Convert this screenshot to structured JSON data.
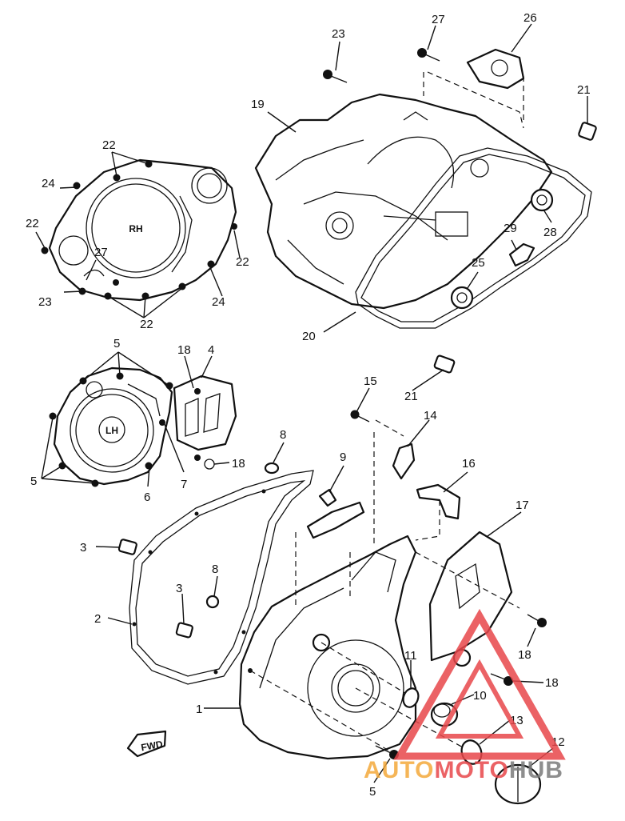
{
  "covers": {
    "rh": "RH",
    "lh": "LH",
    "fwd": "FWD"
  },
  "watermark": {
    "part1": "AUTO",
    "part2": "MOTO",
    "part3": "HUB",
    "color_red": "#e8474b",
    "color_orange": "#f4a93a",
    "color_gray": "#7b7b7b"
  },
  "callouts": [
    {
      "id": "c23a",
      "text": "23"
    },
    {
      "id": "c27a",
      "text": "27"
    },
    {
      "id": "c26",
      "text": "26"
    },
    {
      "id": "c21a",
      "text": "21"
    },
    {
      "id": "c19",
      "text": "19"
    },
    {
      "id": "c22a",
      "text": "22"
    },
    {
      "id": "c24a",
      "text": "24"
    },
    {
      "id": "c22b",
      "text": "22"
    },
    {
      "id": "c27b",
      "text": "27"
    },
    {
      "id": "c22c",
      "text": "22"
    },
    {
      "id": "c23b",
      "text": "23"
    },
    {
      "id": "c24b",
      "text": "24"
    },
    {
      "id": "c22d",
      "text": "22"
    },
    {
      "id": "c28",
      "text": "28"
    },
    {
      "id": "c29",
      "text": "29"
    },
    {
      "id": "c25",
      "text": "25"
    },
    {
      "id": "c20",
      "text": "20"
    },
    {
      "id": "c21b",
      "text": "21"
    },
    {
      "id": "c5a",
      "text": "5"
    },
    {
      "id": "c18a",
      "text": "18"
    },
    {
      "id": "c4",
      "text": "4"
    },
    {
      "id": "c5b",
      "text": "5"
    },
    {
      "id": "c7",
      "text": "7"
    },
    {
      "id": "c6",
      "text": "6"
    },
    {
      "id": "c18b",
      "text": "18"
    },
    {
      "id": "c15",
      "text": "15"
    },
    {
      "id": "c14",
      "text": "14"
    },
    {
      "id": "c8a",
      "text": "8"
    },
    {
      "id": "c9",
      "text": "9"
    },
    {
      "id": "c16",
      "text": "16"
    },
    {
      "id": "c17",
      "text": "17"
    },
    {
      "id": "c3a",
      "text": "3"
    },
    {
      "id": "c8b",
      "text": "8"
    },
    {
      "id": "c3b",
      "text": "3"
    },
    {
      "id": "c2",
      "text": "2"
    },
    {
      "id": "c11",
      "text": "11"
    },
    {
      "id": "c18c",
      "text": "18"
    },
    {
      "id": "c18d",
      "text": "18"
    },
    {
      "id": "c1",
      "text": "1"
    },
    {
      "id": "c10",
      "text": "10"
    },
    {
      "id": "c13",
      "text": "13"
    },
    {
      "id": "c12",
      "text": "12"
    },
    {
      "id": "c5c",
      "text": "5"
    }
  ]
}
